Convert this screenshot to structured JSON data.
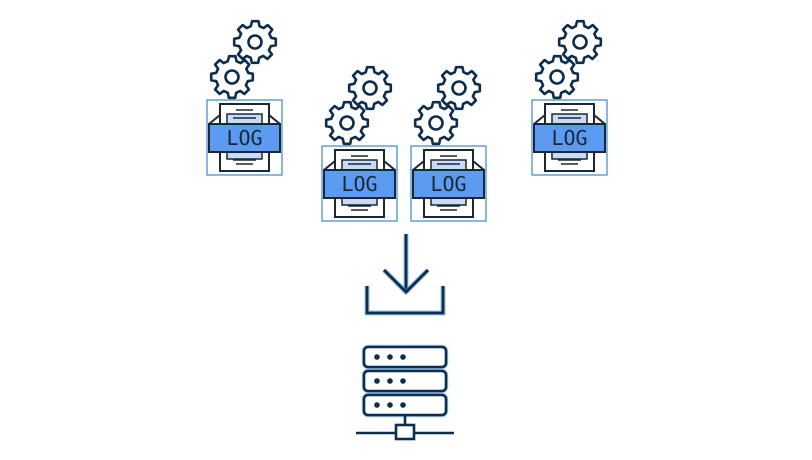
{
  "diagram": {
    "description": "Multiple log sources being collected into a central server",
    "colors": {
      "stroke": "#0d2d4e",
      "glow": "#3f8fd9",
      "log_banner": "#5b9bf2",
      "log_paper_inner": "#c9dcf7",
      "selection_box": "#3a87d4"
    },
    "log_sources": [
      {
        "label": "LOG",
        "icon": "log-file-icon",
        "gears": "gears-icon"
      },
      {
        "label": "LOG",
        "icon": "log-file-icon",
        "gears": "gears-icon"
      },
      {
        "label": "LOG",
        "icon": "log-file-icon",
        "gears": "gears-icon"
      },
      {
        "label": "LOG",
        "icon": "log-file-icon",
        "gears": "gears-icon"
      }
    ],
    "collector": {
      "icon": "download-tray-icon"
    },
    "destination": {
      "icon": "server-network-icon",
      "rack_units": 3,
      "lights_per_unit": 3
    }
  }
}
